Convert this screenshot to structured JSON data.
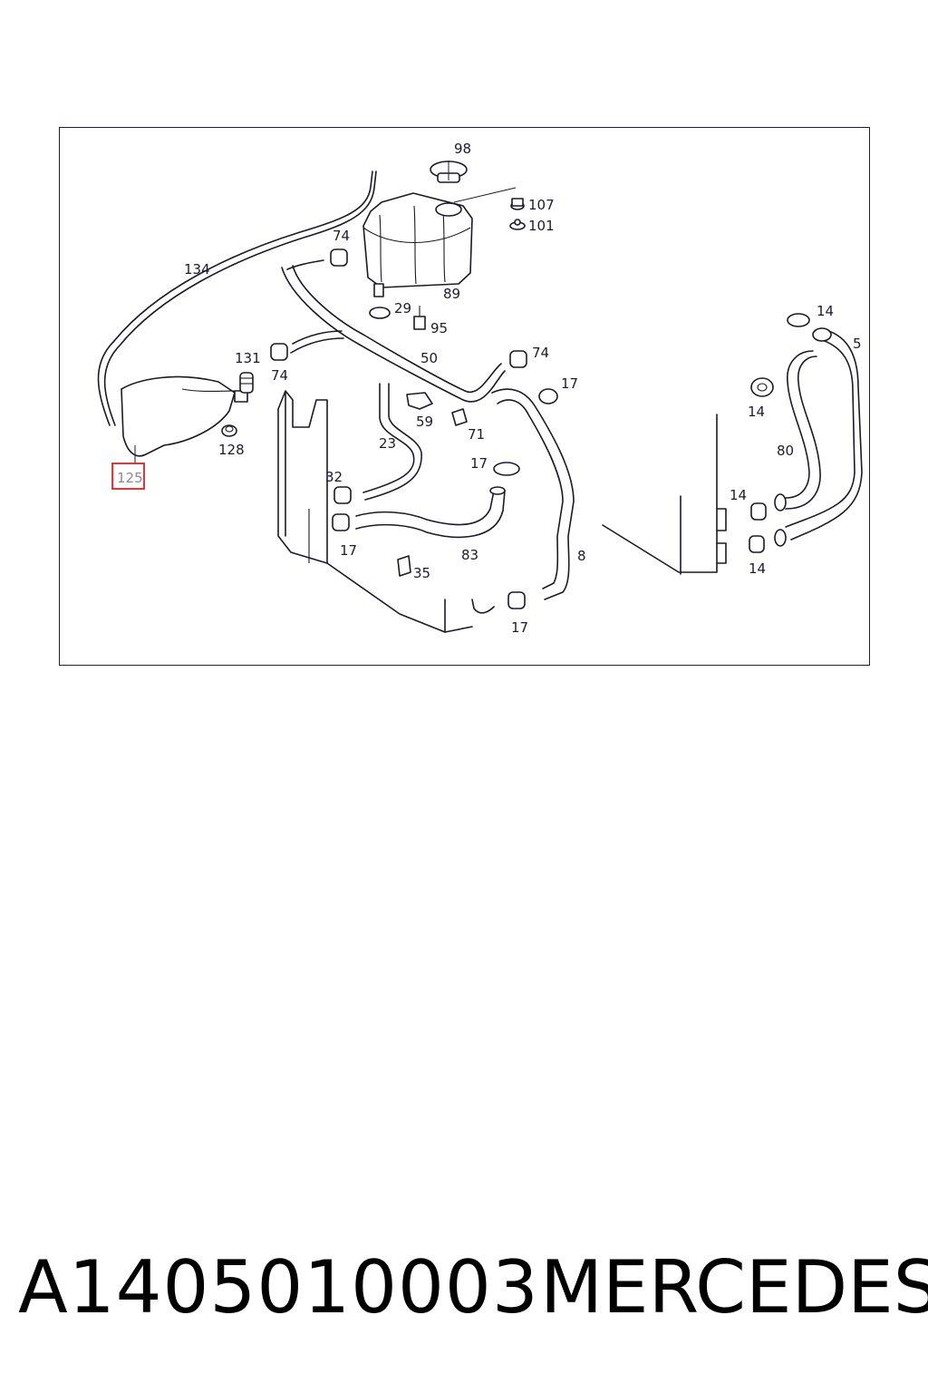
{
  "diagram": {
    "highlighted_part": "125",
    "callouts": {
      "c98": "98",
      "c107": "107",
      "c101": "101",
      "c74a": "74",
      "c89": "89",
      "c134": "134",
      "c29": "29",
      "c95": "95",
      "c14a": "14",
      "c5": "5",
      "c131": "131",
      "c74b": "74",
      "c50": "50",
      "c74c": "74",
      "c17a": "17",
      "c14b": "14",
      "c59": "59",
      "c71": "71",
      "c23": "23",
      "c128": "128",
      "c80": "80",
      "c125": "125",
      "c17b": "17",
      "c32": "32",
      "c14c": "14",
      "c17c": "17",
      "c83": "83",
      "c8": "8",
      "c35": "35",
      "c14d": "14",
      "c17d": "17"
    }
  },
  "footer": {
    "part_number": "A1405010003",
    "brand": "MERCEDES"
  }
}
